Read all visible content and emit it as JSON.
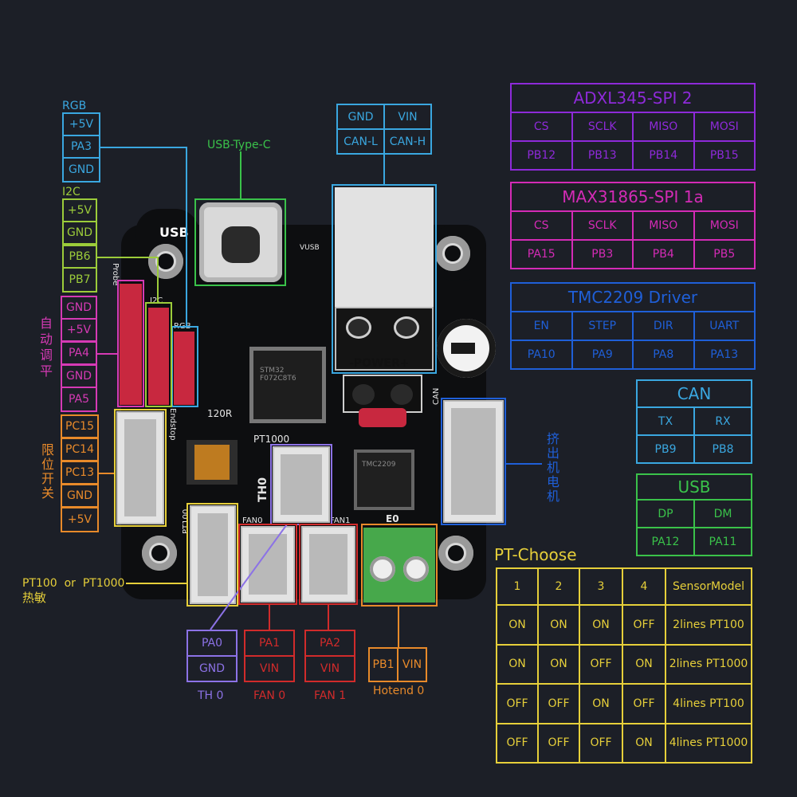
{
  "rgb": {
    "title": "RGB",
    "pins": [
      "+5V",
      "PA3",
      "GND"
    ]
  },
  "i2c": {
    "title": "I2C",
    "pins": [
      "+5V",
      "GND",
      "PB6",
      "PB7"
    ]
  },
  "probe": {
    "title": "自动调平",
    "pins": [
      "GND",
      "+5V",
      "PA4",
      "GND",
      "PA5"
    ]
  },
  "endstop": {
    "title": "限位开关",
    "pins": [
      "PC15",
      "PC14",
      "PC13",
      "GND",
      "+5V"
    ]
  },
  "usb_type_c_label": "USB-Type-C",
  "power": {
    "row1": [
      "GND",
      "VIN"
    ],
    "row2": [
      "CAN-L",
      "CAN-H"
    ]
  },
  "adxl": {
    "title": "ADXL345-SPI 2",
    "headers": [
      "CS",
      "SCLK",
      "MISO",
      "MOSI"
    ],
    "values": [
      "PB12",
      "PB13",
      "PB14",
      "PB15"
    ]
  },
  "max": {
    "title": "MAX31865-SPI 1a",
    "headers": [
      "CS",
      "SCLK",
      "MISO",
      "MOSI"
    ],
    "values": [
      "PA15",
      "PB3",
      "PB4",
      "PB5"
    ]
  },
  "tmc": {
    "title": "TMC2209 Driver",
    "headers": [
      "EN",
      "STEP",
      "DIR",
      "UART"
    ],
    "values": [
      "PA10",
      "PA9",
      "PA8",
      "PA13"
    ]
  },
  "can": {
    "title": "CAN",
    "headers": [
      "TX",
      "RX"
    ],
    "values": [
      "PB9",
      "PB8"
    ]
  },
  "usb": {
    "title": "USB",
    "headers": [
      "DP",
      "DM"
    ],
    "values": [
      "PA12",
      "PA11"
    ]
  },
  "extruder_motor": "挤出机电机",
  "pt_choose": {
    "title": "PT-Choose",
    "header": [
      "1",
      "2",
      "3",
      "4",
      "SensorModel"
    ],
    "rows": [
      [
        "ON",
        "ON",
        "ON",
        "OFF",
        "2lines PT100"
      ],
      [
        "ON",
        "ON",
        "OFF",
        "ON",
        "2lines PT1000"
      ],
      [
        "OFF",
        "OFF",
        "ON",
        "OFF",
        "4lines PT100"
      ],
      [
        "OFF",
        "OFF",
        "OFF",
        "ON",
        "4lines PT1000"
      ]
    ]
  },
  "pt_sensor": {
    "line1": "PT100  or  PT1000",
    "line2": "热敏"
  },
  "th0": {
    "pins": [
      "PA0",
      "GND"
    ],
    "label": "TH 0"
  },
  "fan0": {
    "pins": [
      "PA1",
      "VIN"
    ],
    "label": "FAN 0"
  },
  "fan1": {
    "pins": [
      "PA2",
      "VIN"
    ],
    "label": "FAN 1"
  },
  "hotend": {
    "pins": [
      "PB1",
      "VIN"
    ],
    "label": "Hotend 0"
  },
  "board": {
    "usb": "USB",
    "probe": "Probe",
    "i2c": "I2C",
    "rgb": "RGB",
    "endstop": "Endstop",
    "r120": "120R",
    "pt1000": "PT1000",
    "th0": "TH0",
    "pt100": "PT100",
    "fan0": "FAN0",
    "fan1": "FAN1",
    "e0": "E0",
    "power": "-POWER+",
    "can": "CAN",
    "vusb": "VUSB",
    "chip1": "STM32\nF072C8T6",
    "chip2": "TMC2209"
  },
  "colors": {
    "cyan": "#3aa7e0",
    "lime": "#9ccc3a",
    "magenta": "#d63ab5",
    "orange": "#e88a2a",
    "green": "#3ac24a",
    "violet": "#8e2ad9",
    "pink": "#d42bb6",
    "blue": "#1f5fd8",
    "yellow": "#e6cf3a",
    "purple": "#8c72e6",
    "red": "#d12b2b"
  }
}
